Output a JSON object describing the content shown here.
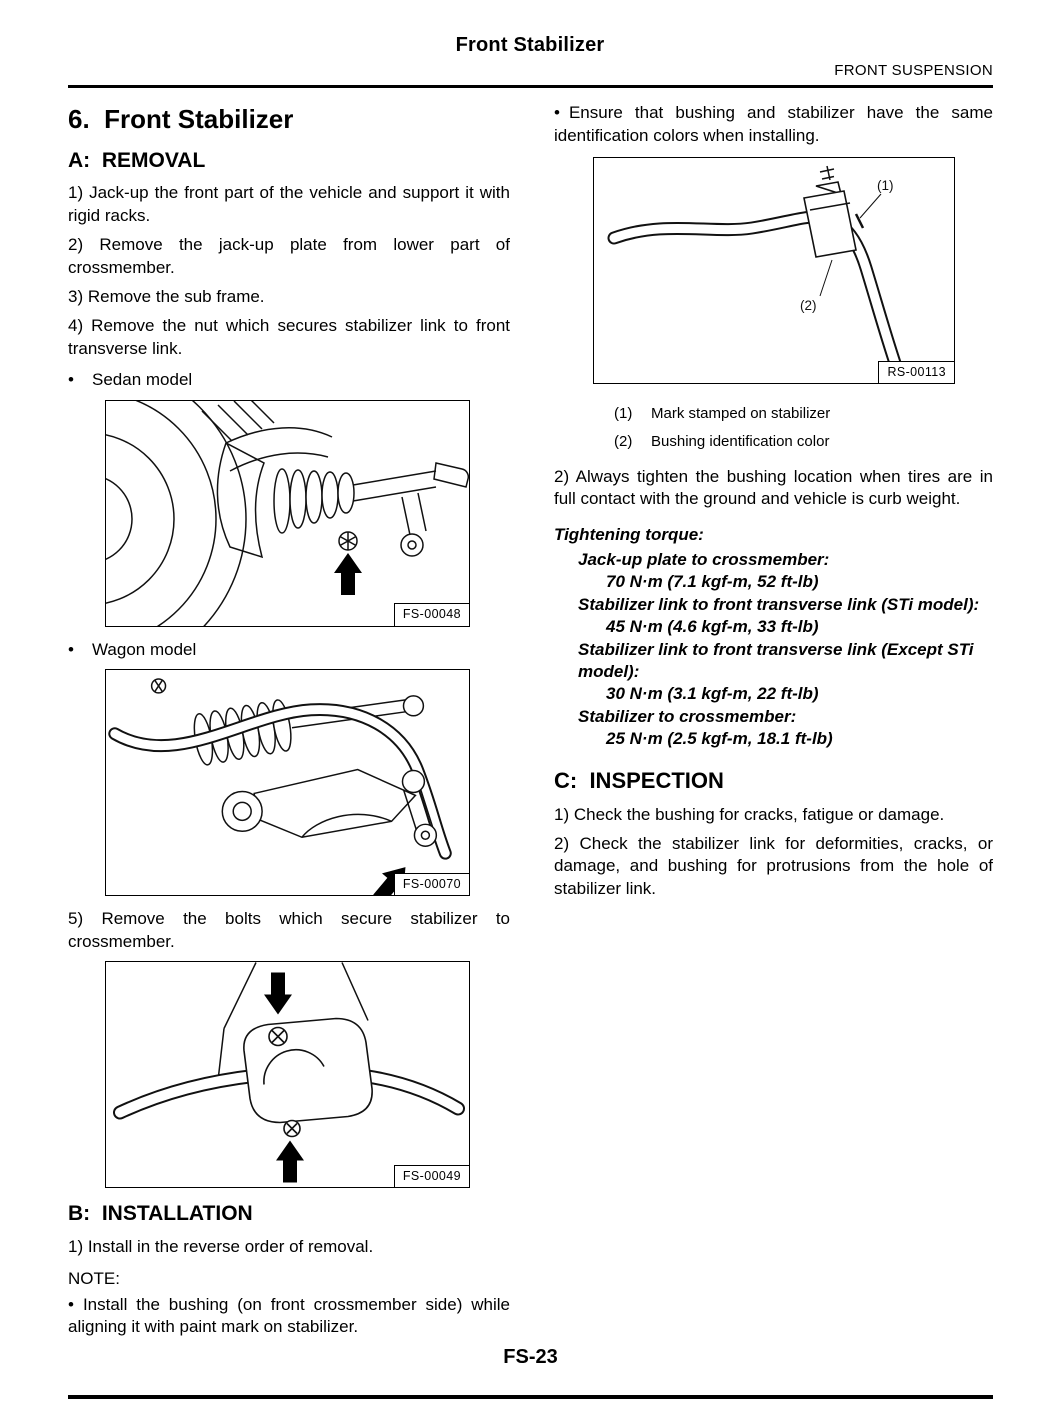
{
  "bullet_glyph": "•",
  "header": {
    "title": "Front Stabilizer",
    "section": "FRONT SUSPENSION"
  },
  "page": {
    "number": "FS-23"
  },
  "left": {
    "section_heading": "6.  Front Stabilizer",
    "removal": {
      "heading": "A:  REMOVAL",
      "step1": "1) Jack-up the front part of the vehicle and support it with rigid racks.",
      "step2": "2) Remove the jack-up plate from lower part of crossmember.",
      "step3": "3) Remove the sub frame.",
      "step4": "4) Remove the nut which secures stabilizer link to front transverse link.",
      "sedan_bullet": "Sedan model",
      "figure_sedan_label": "FS-00048",
      "wagon_bullet": "Wagon model",
      "figure_wagon_label": "FS-00070",
      "step5": "5) Remove the bolts which secure stabilizer to crossmember.",
      "figure_crossmember_label": "FS-00049"
    },
    "installation": {
      "heading": "B:  INSTALLATION",
      "step1": "1) Install in the reverse order of removal.",
      "note_label": "NOTE:",
      "note_item": "Install the bushing (on front crossmember side) while aligning it with paint mark on stabilizer."
    }
  },
  "right": {
    "ensure_item": "Ensure that bushing and stabilizer have the same identification colors when installing.",
    "figure_bushing": {
      "label": "RS-00113",
      "callout_1": "(1)",
      "callout_2": "(2)"
    },
    "legend": [
      {
        "key": "(1)",
        "text": "Mark stamped on stabilizer"
      },
      {
        "key": "(2)",
        "text": "Bushing identification color"
      }
    ],
    "step2": "2) Always tighten the bushing location when tires are in full contact with the ground and vehicle is curb weight.",
    "torque": {
      "title": "Tightening torque:",
      "items": [
        {
          "label": "Jack-up plate to crossmember:",
          "value": "70 N·m (7.1 kgf-m, 52 ft-lb)"
        },
        {
          "label": "Stabilizer link to front transverse link (STi model):",
          "value": "45 N·m (4.6 kgf-m, 33 ft-lb)"
        },
        {
          "label": "Stabilizer link to front transverse link (Except STi model):",
          "value": "30 N·m (3.1 kgf-m, 22 ft-lb)"
        },
        {
          "label": "Stabilizer to crossmember:",
          "value": "25 N·m (2.5 kgf-m, 18.1 ft-lb)"
        }
      ]
    },
    "inspection": {
      "heading": "C:  INSPECTION",
      "step1": "1) Check the bushing for cracks, fatigue or damage.",
      "step2": "2) Check the stabilizer link for deformities, cracks, or damage, and bushing for protrusions from the hole of stabilizer link."
    }
  }
}
